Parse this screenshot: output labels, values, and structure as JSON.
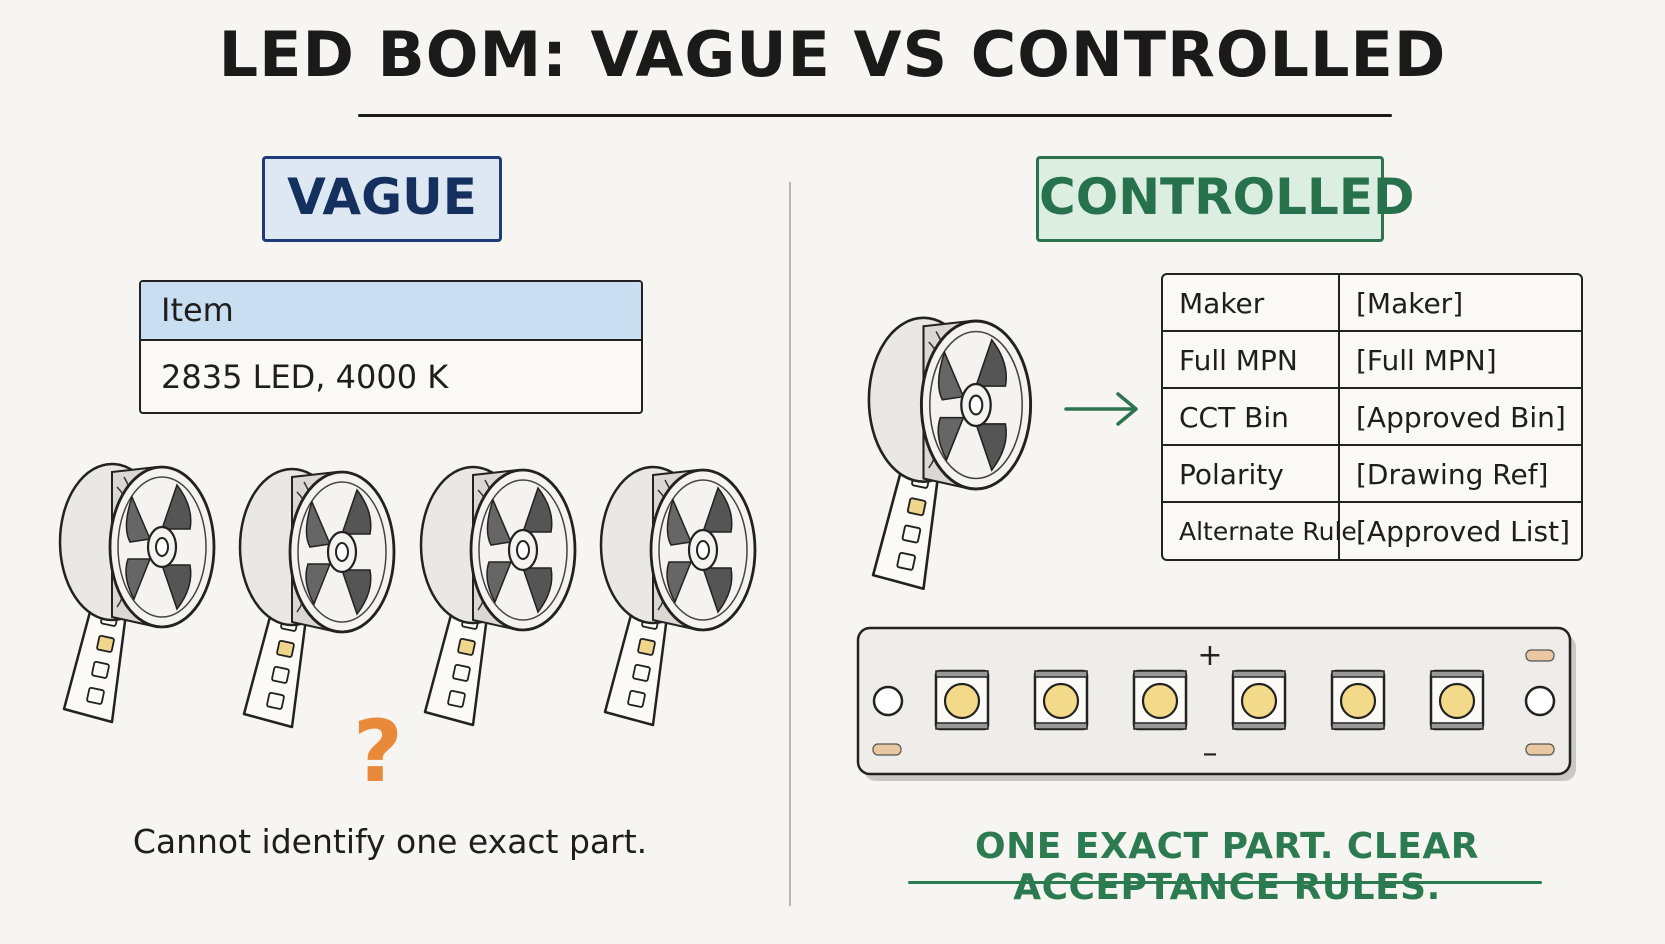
{
  "title": "LED BOM: VAGUE VS CONTROLLED",
  "colors": {
    "vague_accent": "#1e3d78",
    "controlled_accent": "#2d7350",
    "question": "#e88a3a",
    "led": "#f3d98a"
  },
  "vague": {
    "label": "VAGUE",
    "table": {
      "header": "Item",
      "value": "2835 LED, 4000 K"
    },
    "reels": [
      {
        "icon": "reel-icon"
      },
      {
        "icon": "reel-icon"
      },
      {
        "icon": "reel-icon"
      },
      {
        "icon": "reel-icon"
      }
    ],
    "question_mark": "?",
    "caption": "Cannot identify one exact part."
  },
  "controlled": {
    "label": "CONTROLLED",
    "table": {
      "rows": [
        {
          "key": "Maker",
          "value": "[Maker]"
        },
        {
          "key": "Full MPN",
          "value": "[Full MPN]"
        },
        {
          "key": "CCT Bin",
          "value": "[Approved Bin]"
        },
        {
          "key": "Polarity",
          "value": "[Drawing Ref]"
        },
        {
          "key": "Alternate Rule",
          "value": "[Approved List]"
        }
      ]
    },
    "board": {
      "plus": "+",
      "minus": "–",
      "led_count": 6
    },
    "caption": "ONE EXACT PART. CLEAR ACCEPTANCE RULES."
  }
}
